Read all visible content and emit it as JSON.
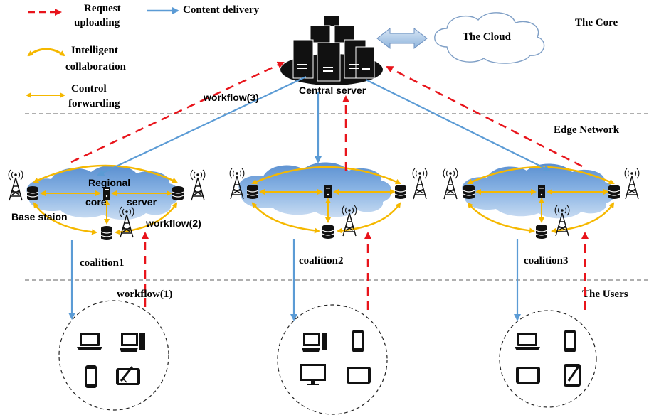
{
  "legend": {
    "request_line1": "Request",
    "request_line2": "uploading",
    "content": "Content delivery",
    "intel_line1": "Intelligent",
    "intel_line2": "collaboration",
    "control_line1": "Control",
    "control_line2": "forwarding"
  },
  "layers": {
    "core": "The Core",
    "edge": "Edge Network",
    "users": "The Users"
  },
  "labels": {
    "cloud": "The Cloud",
    "central_server": "Central server",
    "workflow3": "workflow(3)",
    "workflow2": "workflow(2)",
    "workflow1": "workflow(1)",
    "regional_line1": "Regional",
    "regional_line2a": "core",
    "regional_line2b": "server",
    "base_station": "Base staion",
    "coalition1": "coalition1",
    "coalition2": "coalition2",
    "coalition3": "coalition3"
  },
  "colors": {
    "request": "#e8141b",
    "content": "#5b9bd5",
    "collab": "#f5b800",
    "dashed_line": "#7f7f7f"
  }
}
